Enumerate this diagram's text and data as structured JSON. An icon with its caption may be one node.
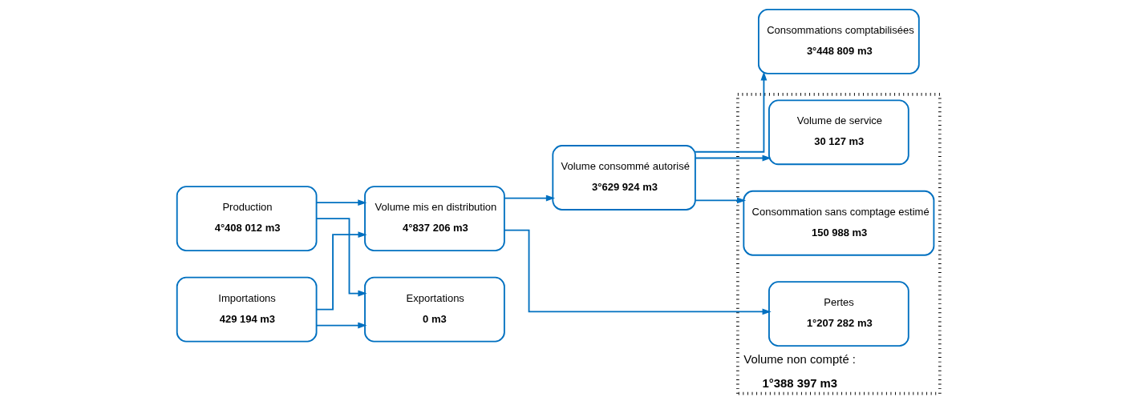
{
  "diagram": {
    "nodes": [
      {
        "text": [
          "Production",
          "4°408 012 m3"
        ]
      },
      {
        "text": [
          "Volume mis en distribution",
          "4°837 206 m3"
        ]
      },
      {
        "text": [
          "Volume consommé autorisé",
          "3°629 924 m3"
        ]
      },
      {
        "text": [
          "Consommations comptabilisées",
          "3°448 809 m3"
        ]
      },
      {
        "text": [
          "Importations",
          "429 194 m3"
        ]
      },
      {
        "text": [
          "Exportations",
          "0 m3"
        ]
      },
      {
        "text": [
          "Volume non compté :",
          "1°388 397 m3"
        ]
      },
      {
        "text": [
          "Pertes",
          "1°207 282 m3"
        ],
        "in": 6
      },
      {
        "text": [
          "Consommation sans comptage estimé",
          "150 988 m3"
        ],
        "in": 6
      },
      {
        "text": [
          "Volume de service",
          "30 127 m3"
        ],
        "in": 6
      }
    ],
    "edges": [
      {
        "from": 0,
        "to": 1,
        "arrow": "to"
      },
      {
        "from": 4,
        "to": 1,
        "arrow": "to"
      },
      {
        "from": 0,
        "to": 5,
        "arrow": "to"
      },
      {
        "from": 4,
        "to": 5,
        "arrow": "to"
      },
      {
        "from": 1,
        "to": 2,
        "arrow": "to"
      },
      {
        "from": 1,
        "to": 7,
        "arrow": "to"
      },
      {
        "from": 2,
        "to": 3,
        "arrow": "to"
      },
      {
        "from": 2,
        "to": 8,
        "arrow": "to"
      },
      {
        "from": 2,
        "to": 9,
        "arrow": "to"
      }
    ]
  }
}
